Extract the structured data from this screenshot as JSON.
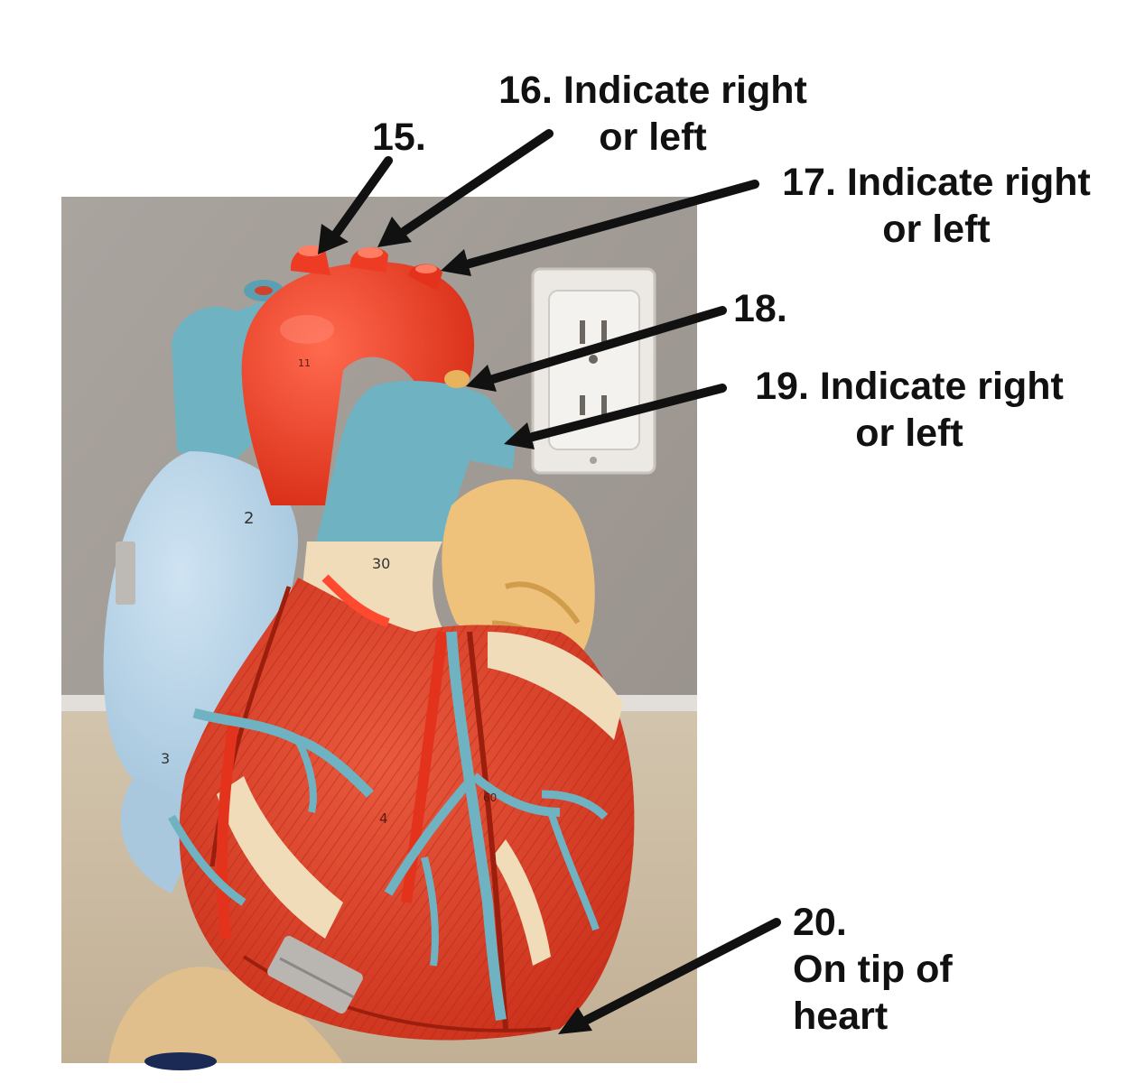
{
  "labels": {
    "l15": {
      "line1": "15."
    },
    "l16": {
      "line1": "16. Indicate right",
      "line2": "or left"
    },
    "l17": {
      "line1": "17. Indicate right",
      "line2": "or left"
    },
    "l18": {
      "line1": "18."
    },
    "l19": {
      "line1": "19. Indicate right",
      "line2": "or left"
    },
    "l20": {
      "line1": "20.",
      "line2": "On tip of",
      "line3": "heart"
    }
  },
  "model_numbers": {
    "n30": "30",
    "n3": "3",
    "n2": "2",
    "n4": "4",
    "n60": "60",
    "n11": "11"
  },
  "colors": {
    "wall": "#a39c96",
    "carpet": "#cbbba3",
    "artery_red": "#e8321e",
    "muscle_red": "#d8351f",
    "vein_blue": "#6fb2c2",
    "light_blue": "#b7d3e6",
    "fat_cream": "#f0dcb8",
    "atrium_yellow": "#eec27b",
    "arrow_black": "#111111",
    "outlet": "#ece9e4"
  }
}
